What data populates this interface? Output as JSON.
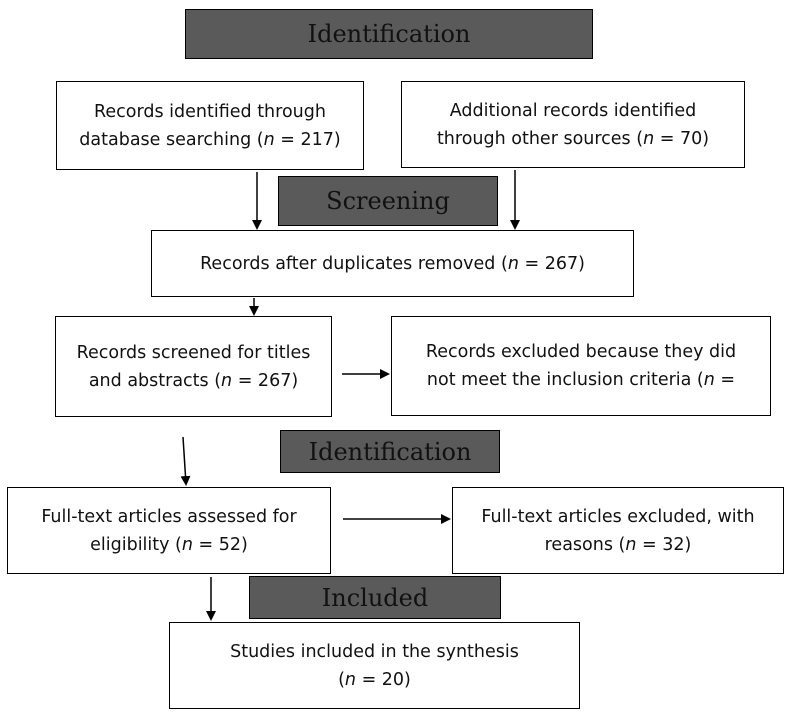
{
  "headers": {
    "identification_1": "Identification",
    "screening": "Screening",
    "identification_2": "Identification",
    "included": "Included"
  },
  "boxes": {
    "database_records": {
      "line1": "Records identified through",
      "line2_prefix": "database searching (",
      "n_symbol": "n",
      "line2_suffix": " = 217)"
    },
    "other_sources": {
      "line1": "Additional records identified",
      "line2_prefix": "through other sources (",
      "n_symbol": "n",
      "line2_suffix": " = 70)"
    },
    "after_duplicates": {
      "line1_prefix": "Records after duplicates removed (",
      "n_symbol": "n",
      "line1_suffix": " = 267)"
    },
    "screened": {
      "line1": "Records screened for titles",
      "line2_prefix": "and abstracts (",
      "n_symbol": "n",
      "line2_suffix": " = 267)"
    },
    "excluded_screen": {
      "line1": "Records excluded because they did",
      "line2_prefix": "not meet the inclusion criteria (",
      "n_symbol": "n",
      "line2_suffix": " ="
    },
    "fulltext_assessed": {
      "line1": "Full-text articles assessed for",
      "line2_prefix": "eligibility (",
      "n_symbol": "n",
      "line2_suffix": " = 52)"
    },
    "fulltext_excluded": {
      "line1": "Full-text articles excluded, with",
      "line2_prefix": "reasons (",
      "n_symbol": "n",
      "line2_suffix": " = 32)"
    },
    "included_studies": {
      "line1": "Studies included in the synthesis",
      "line2_prefix": "(",
      "n_symbol": "n",
      "line2_suffix": " = 20)"
    }
  }
}
